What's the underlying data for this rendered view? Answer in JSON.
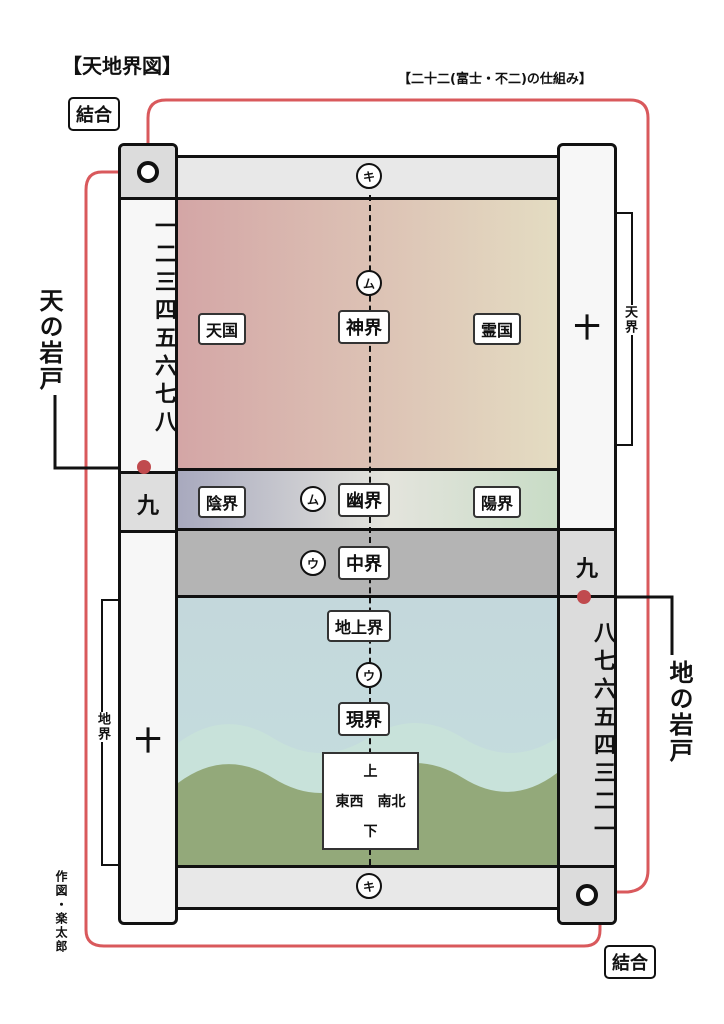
{
  "title": "【天地界図】",
  "subtitle": "【二十二(富士・不二)の仕組み】",
  "tag_top": "結合",
  "tag_bottom": "結合",
  "ten_no_iwato": "天の岩戸",
  "chi_no_iwato": "地の岩戸",
  "tenkai_bracket": "天界",
  "chikai_bracket": "地界",
  "credit": "作図・楽太郎",
  "left_col": {
    "top": "○",
    "upper": "一二三四五六七八",
    "nine": "九",
    "ten": "十"
  },
  "right_col": {
    "ten": "十",
    "nine": "九",
    "lower": "八七六五四三二一",
    "bottom": "○"
  },
  "top_bar": "キ",
  "bottom_bar": "キ",
  "heaven": {
    "left": "天国",
    "center": "神界",
    "right": "霊国",
    "marker": "ム"
  },
  "yukai": {
    "left": "陰界",
    "center": "幽界",
    "right": "陽界",
    "marker": "ム"
  },
  "chukai": {
    "center": "中界",
    "marker": "ウ"
  },
  "genkai": {
    "top": "地上界",
    "marker": "ウ",
    "center": "現界",
    "dir_up": "上",
    "dir_mid": "東西　南北",
    "dir_down": "下"
  },
  "colors": {
    "red": "#d9595c",
    "heaven_l": "#d4a6a6",
    "heaven_r": "#e4dcc2",
    "chukai": "#b4b4b4",
    "sky": "#c4dede",
    "ground": "#8fa672"
  }
}
